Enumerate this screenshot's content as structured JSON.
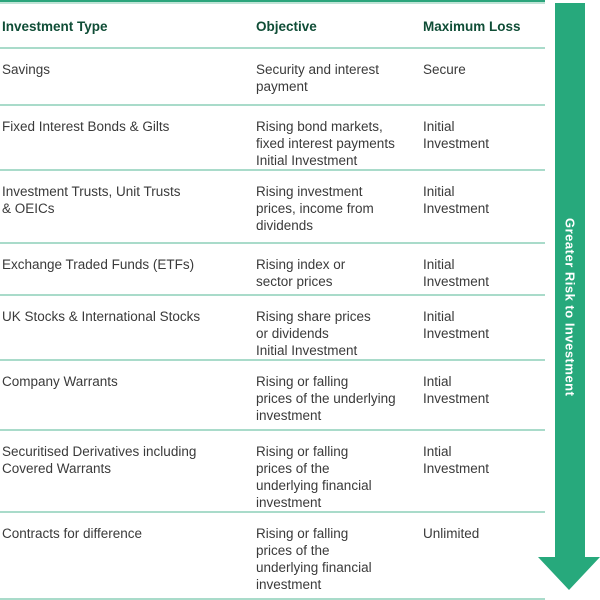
{
  "table": {
    "headers": [
      "Investment Type",
      "Objective",
      "Maximum Loss"
    ],
    "rows": [
      {
        "type": "Savings",
        "objective": "Security and interest\npayment",
        "max_loss": "Secure"
      },
      {
        "type": "Fixed Interest Bonds & Gilts",
        "objective": "Rising bond markets,\nfixed interest payments\nInitial Investment",
        "max_loss": "Initial\nInvestment"
      },
      {
        "type": "Investment Trusts, Unit Trusts\n& OEICs",
        "objective": "Rising investment\nprices, income from\ndividends",
        "max_loss": "Initial\nInvestment"
      },
      {
        "type": "Exchange Traded Funds (ETFs)",
        "objective": "Rising index or\nsector prices",
        "max_loss": "Initial\nInvestment"
      },
      {
        "type": "UK Stocks & International Stocks",
        "objective": "Rising share prices\nor dividends\nInitial Investment",
        "max_loss": "Initial\nInvestment"
      },
      {
        "type": "Company Warrants",
        "objective": "Rising or falling\nprices of the underlying\ninvestment",
        "max_loss": "Intial\nInvestment"
      },
      {
        "type": "Securitised Derivatives including\nCovered Warrants",
        "objective": "Rising or falling\nprices of the\nunderlying financial\ninvestment",
        "max_loss": "Intial\nInvestment"
      },
      {
        "type": "Contracts for difference",
        "objective": "Rising or falling\nprices of the\nunderlying financial\ninvestment",
        "max_loss": "Unlimited"
      }
    ]
  },
  "risk_arrow": {
    "label": "Greater Risk to Investment",
    "direction": "down"
  },
  "colors": {
    "accent_green": "#27a97c",
    "divider_teal": "#a9dbca",
    "header_text_green": "#0f4d36"
  }
}
